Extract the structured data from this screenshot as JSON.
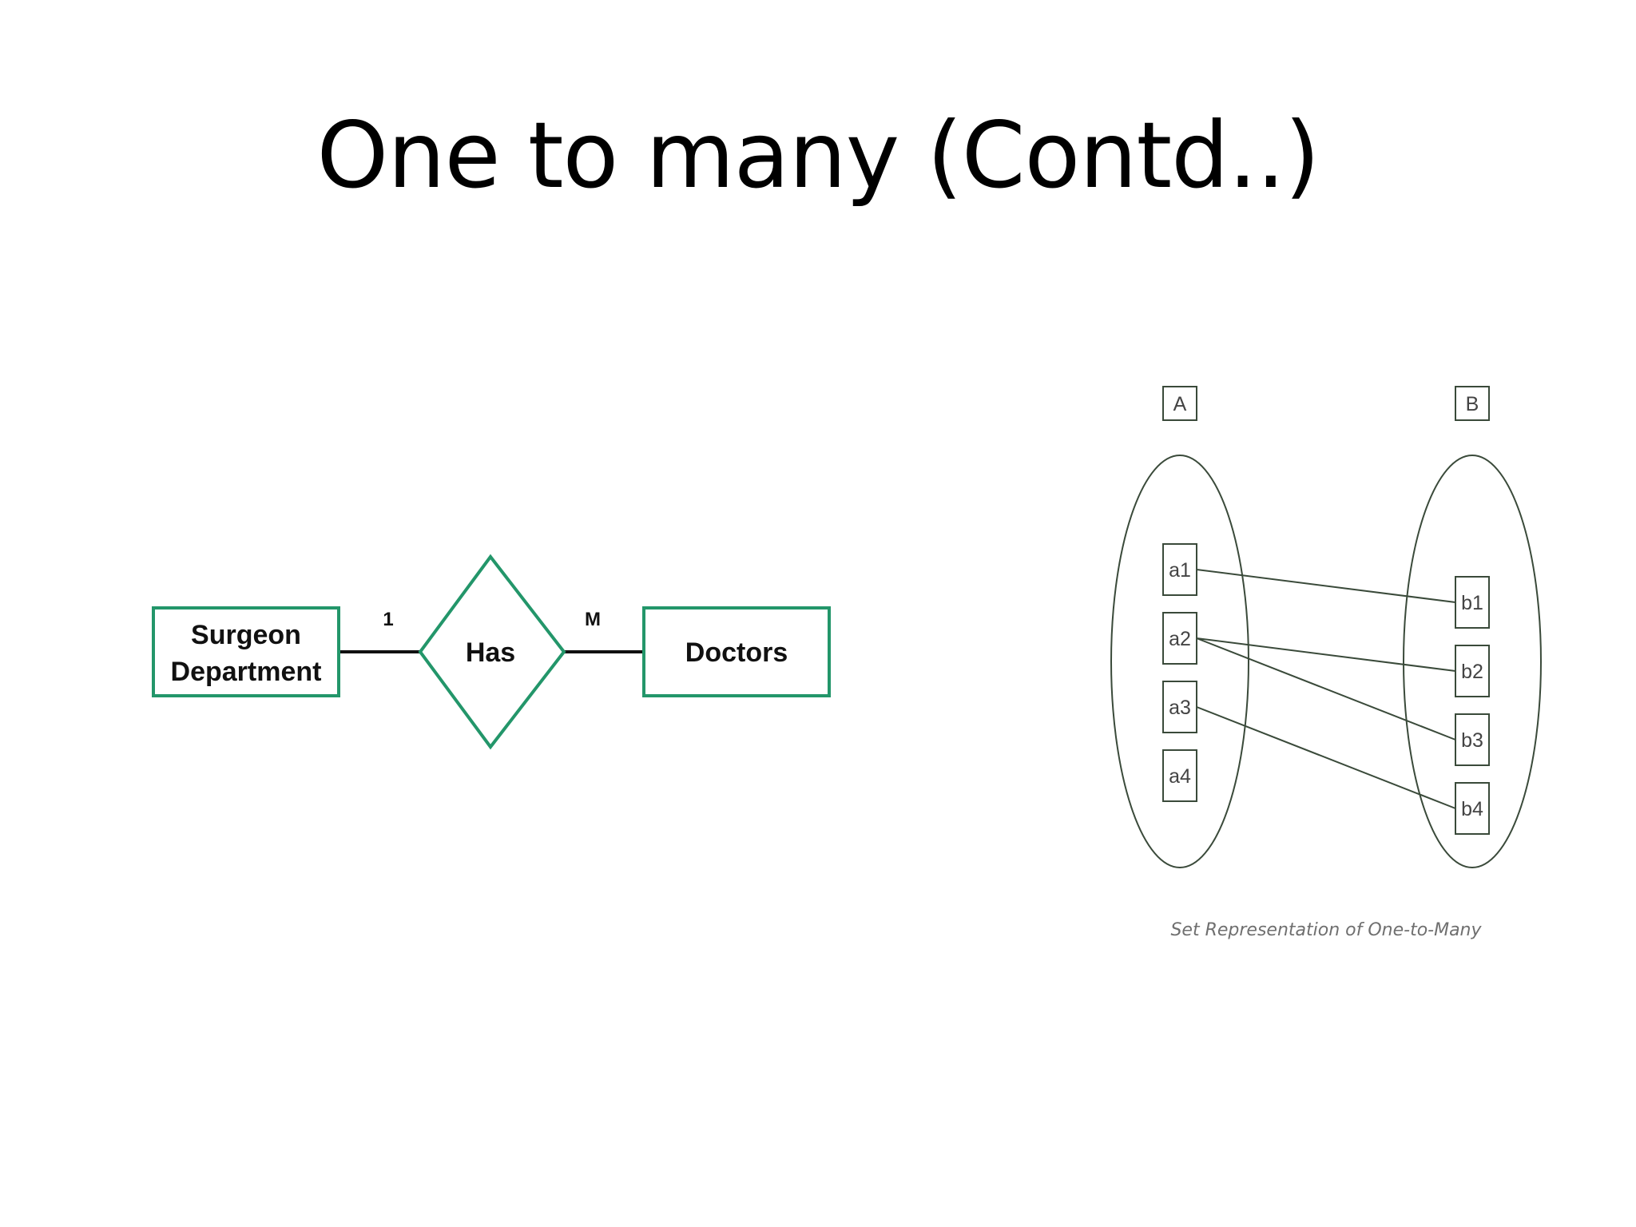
{
  "title": "One to many (Contd..)",
  "colors": {
    "accent": "#23966a",
    "line": "#111111",
    "set_line": "#3a4a3a"
  },
  "er_diagram": {
    "entity_left": {
      "line1": "Surgeon",
      "line2": "Department"
    },
    "relationship": "Has",
    "entity_right": "Doctors",
    "cardinality_left": "1",
    "cardinality_right": "M"
  },
  "set_diagram": {
    "set_a_label": "A",
    "set_b_label": "B",
    "set_a_items": [
      "a1",
      "a2",
      "a3",
      "a4"
    ],
    "set_b_items": [
      "b1",
      "b2",
      "b3",
      "b4"
    ],
    "mappings": [
      [
        "a1",
        "b1"
      ],
      [
        "a2",
        "b2"
      ],
      [
        "a2",
        "b3"
      ],
      [
        "a3",
        "b4"
      ]
    ],
    "caption": "Set Representation of One-to-Many"
  }
}
